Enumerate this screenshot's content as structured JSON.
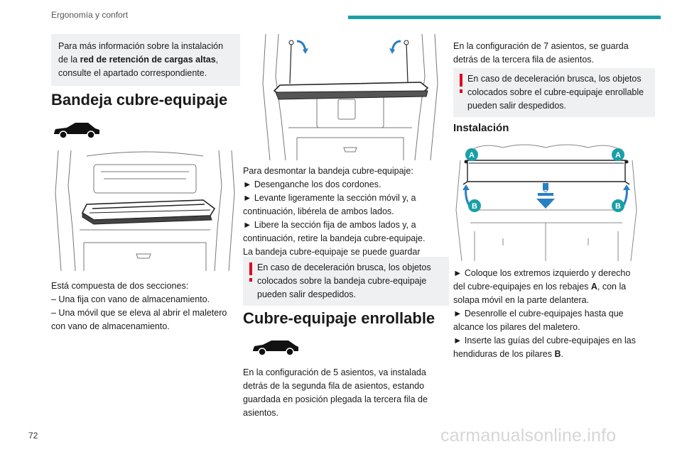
{
  "header": {
    "section": "Ergonomía y confort",
    "accent_color": "#1aa0a6"
  },
  "page_number": "72",
  "watermark": "carmanualsonline.info",
  "col1": {
    "info_pre": "Para más información sobre la instalación de la ",
    "info_bold": "red de retención de cargas altas",
    "info_post": ", consulte el apartado correspondiente.",
    "heading": "Bandeja cubre-equipaje",
    "car_icon": "car-suv-icon",
    "para1": "Está compuesta de dos secciones:",
    "bullet1": "–  Una fija con vano de almacenamiento.",
    "bullet2": "–  Una móvil que se eleva al abrir el maletero con vano de almacenamiento."
  },
  "col2": {
    "steps": [
      "Para desmontar la bandeja cubre-equipaje:",
      "► Desenganche los dos cordones.",
      "► Levante ligeramente la sección móvil y, a continuación, libérela de ambos lados.",
      "► Libere la sección fija de ambos lados y, a continuación, retire la bandeja cubre-equipaje.",
      "La bandeja cubre-equipaje se puede guardar bajo el suelo del maletero."
    ],
    "warning": "En caso de deceleración brusca, los objetos colocados sobre la bandeja cubre-equipaje pueden salir despedidos.",
    "heading": "Cubre-equipaje enrollable",
    "car_icon": "car-estate-icon",
    "para": "En la configuración de 5 asientos, va instalada detrás de la segunda fila de asientos, estando guardada en posición plegada la tercera fila de asientos."
  },
  "col3": {
    "para": "En la configuración de 7 asientos, se guarda detrás de la tercera fila de asientos.",
    "warning": "En caso de deceleración brusca, los objetos colocados sobre el cubre-equipaje enrollable pueden salir despedidos.",
    "heading": "Instalación",
    "label_a": "A",
    "label_b": "B",
    "steps": [
      "►  Coloque los extremos izquierdo y derecho del cubre-equipajes en los rebajes ",
      "A",
      ", con la solapa móvil en la parte delantera.",
      "►  Desenrolle el cubre-equipajes hasta que alcance los pilares del maletero.",
      "►  Inserte las guías del cubre-equipajes en las hendiduras de los pilares ",
      "B",
      "."
    ]
  },
  "colors": {
    "warning_red": "#e2001a",
    "label_teal": "#1aa0a6",
    "arrow_blue": "#2a7fc0"
  }
}
